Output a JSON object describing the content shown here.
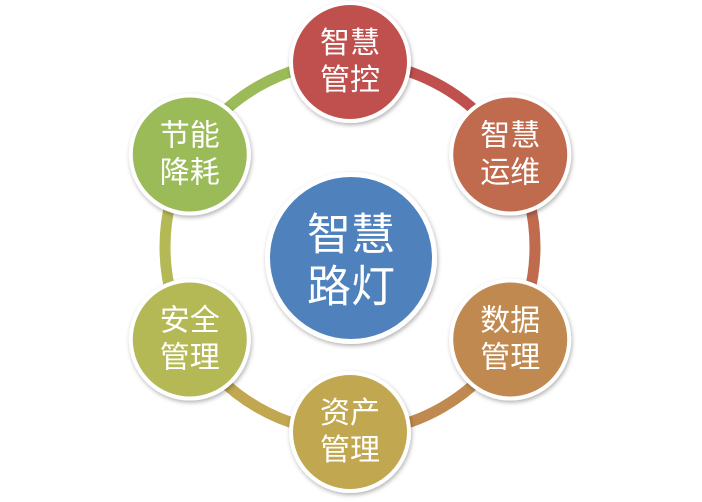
{
  "center": {
    "line1": "智慧",
    "line2": "路灯",
    "color": "#4f81bd"
  },
  "nodes": [
    {
      "line1": "智慧",
      "line2": "管控",
      "color": "#c0504d"
    },
    {
      "line1": "智慧",
      "line2": "运维",
      "color": "#c06a4e"
    },
    {
      "line1": "数据",
      "line2": "管理",
      "color": "#c0894f"
    },
    {
      "line1": "资产",
      "line2": "管理",
      "color": "#c0a750"
    },
    {
      "line1": "安全",
      "line2": "管理",
      "color": "#b4b956"
    },
    {
      "line1": "节能",
      "line2": "降耗",
      "color": "#9bbb59"
    }
  ]
}
